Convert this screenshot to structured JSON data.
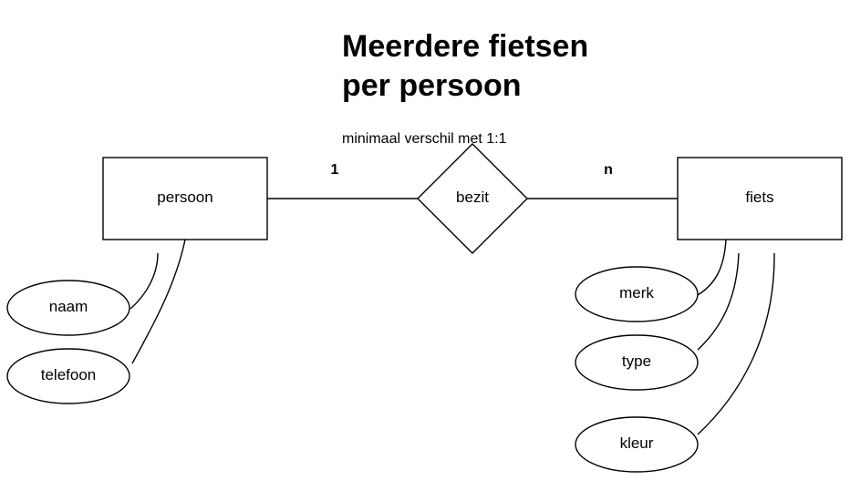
{
  "title_lines": [
    "Meerdere fietsen",
    "per persoon"
  ],
  "subtitle": "minimaal verschil met 1:1",
  "entities": {
    "persoon": "persoon",
    "fiets": "fiets"
  },
  "relationship": "bezit",
  "cardinality": {
    "left": "1",
    "right": "n"
  },
  "attributes": {
    "persoon": [
      "naam",
      "telefoon"
    ],
    "fiets": [
      "merk",
      "type",
      "kleur"
    ]
  }
}
